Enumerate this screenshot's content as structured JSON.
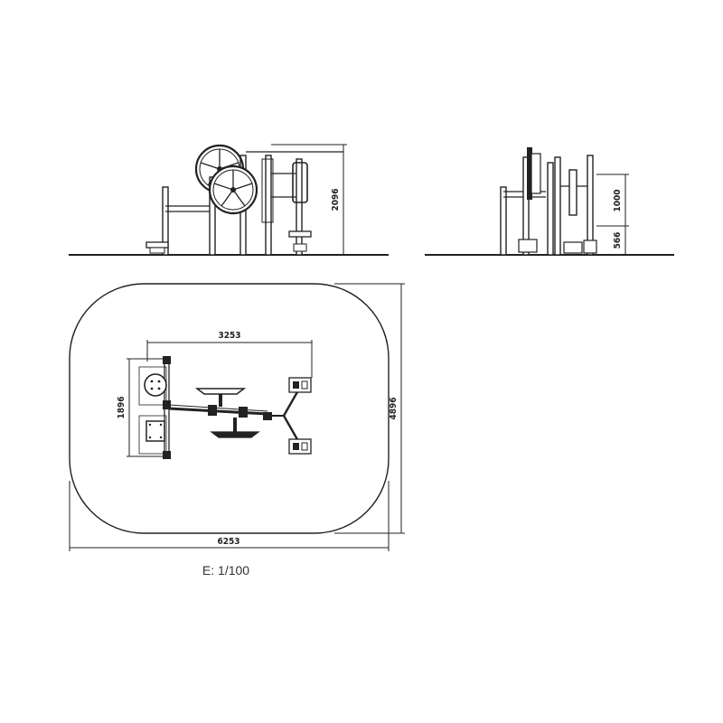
{
  "dimensions": {
    "front_height": "2096",
    "side_height_upper": "1000",
    "side_height_lower": "566",
    "plan_width_inner": "3253",
    "plan_depth_inner": "1896",
    "area_depth": "4896",
    "area_width": "6253"
  },
  "scale_label": "E: 1/100",
  "colors": {
    "ink": "#222222",
    "background": "#ffffff"
  }
}
